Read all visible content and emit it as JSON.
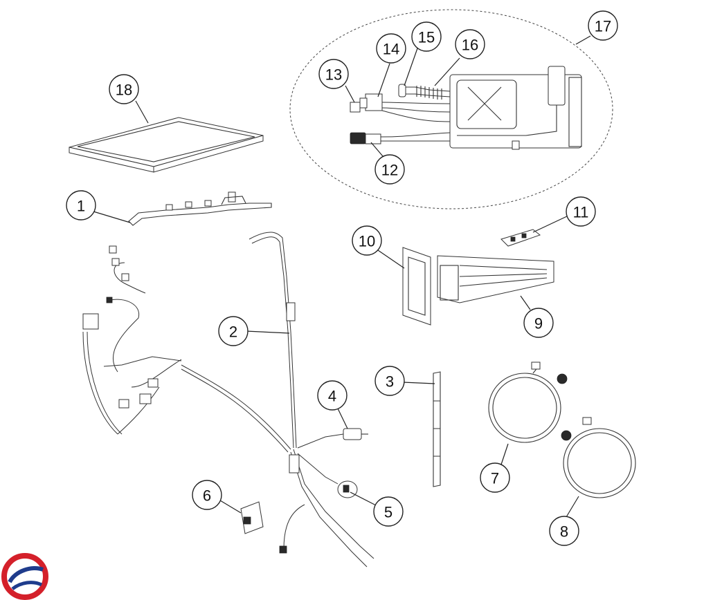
{
  "diagram": {
    "callouts": [
      {
        "id": "1",
        "label": "1"
      },
      {
        "id": "2",
        "label": "2"
      },
      {
        "id": "3",
        "label": "3"
      },
      {
        "id": "4",
        "label": "4"
      },
      {
        "id": "5",
        "label": "5"
      },
      {
        "id": "6",
        "label": "6"
      },
      {
        "id": "7",
        "label": "7"
      },
      {
        "id": "8",
        "label": "8"
      },
      {
        "id": "9",
        "label": "9"
      },
      {
        "id": "10",
        "label": "10"
      },
      {
        "id": "11",
        "label": "11"
      },
      {
        "id": "12",
        "label": "12"
      },
      {
        "id": "13",
        "label": "13"
      },
      {
        "id": "14",
        "label": "14"
      },
      {
        "id": "15",
        "label": "15"
      },
      {
        "id": "16",
        "label": "16"
      },
      {
        "id": "17",
        "label": "17"
      },
      {
        "id": "18",
        "label": "18"
      }
    ],
    "logo": {
      "colors": {
        "red": "#d4202a",
        "blue": "#1f3c8c"
      }
    }
  }
}
